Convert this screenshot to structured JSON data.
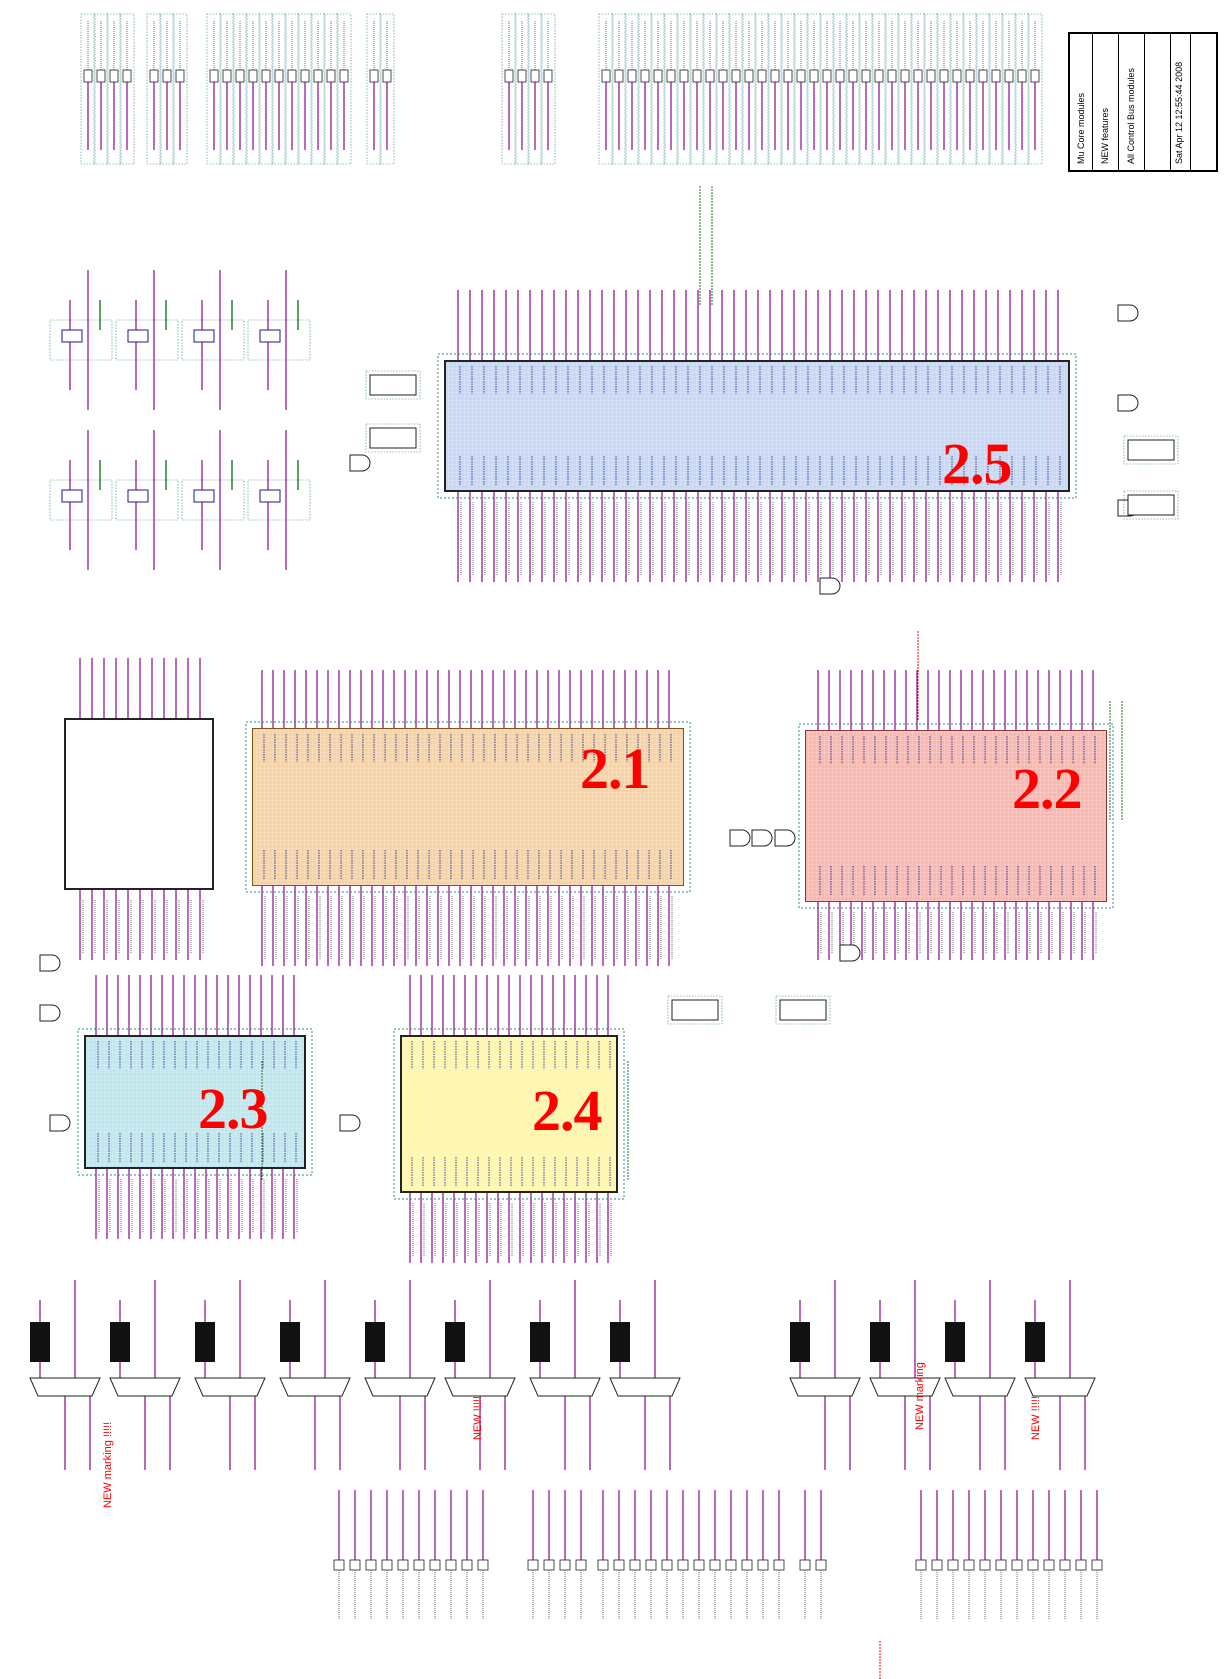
{
  "blocks": [
    {
      "id": "2.5",
      "label": "2.5",
      "color": "#c8d8f4"
    },
    {
      "id": "2.1",
      "label": "2.1",
      "color": "#f6d3a6"
    },
    {
      "id": "2.2",
      "label": "2.2",
      "color": "#f8b8b0"
    },
    {
      "id": "2.3",
      "label": "2.3",
      "color": "#bfe7ee"
    },
    {
      "id": "2.4",
      "label": "2.4",
      "color": "#fff7a8"
    }
  ],
  "title_block": {
    "line1": "Mu Core modules",
    "line2": "NEW features",
    "line3": "All Control Bus modules",
    "line4": "Sat Apr 12 12:55:44 2008"
  },
  "notes": {
    "new_marking_1": "NEW marking !!!!!",
    "new_marking_2": "NEW marking",
    "new_1": "NEW !!!!!",
    "new_2": "NEW !!!!!"
  },
  "colors": {
    "wire": "#8b0a8b",
    "pin_text": "#1a1a8c",
    "net_green": "#1a7a1a",
    "dotted": "#2a8a8a",
    "label_red": "#ff0000"
  }
}
